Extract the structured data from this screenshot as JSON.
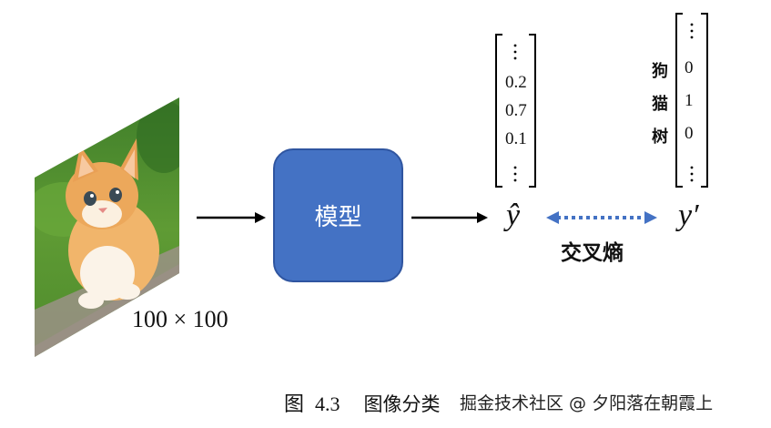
{
  "input": {
    "size_label": "100 × 100"
  },
  "model": {
    "label": "模型"
  },
  "prediction": {
    "values": [
      "0.2",
      "0.7",
      "0.1"
    ],
    "symbol": "ŷ"
  },
  "target": {
    "classes": [
      "狗",
      "猫",
      "树"
    ],
    "values": [
      "0",
      "1",
      "0"
    ],
    "symbol": "y′"
  },
  "loss": {
    "label": "交叉熵"
  },
  "caption": {
    "figure": "图",
    "number": "4.3",
    "title": "图像分类"
  },
  "watermark": {
    "text": "掘金技术社区 @ 夕阳落在朝霞上"
  },
  "colors": {
    "model_fill": "#4472c4",
    "dotted_arrow": "#4472c4",
    "arrow": "#000000"
  }
}
